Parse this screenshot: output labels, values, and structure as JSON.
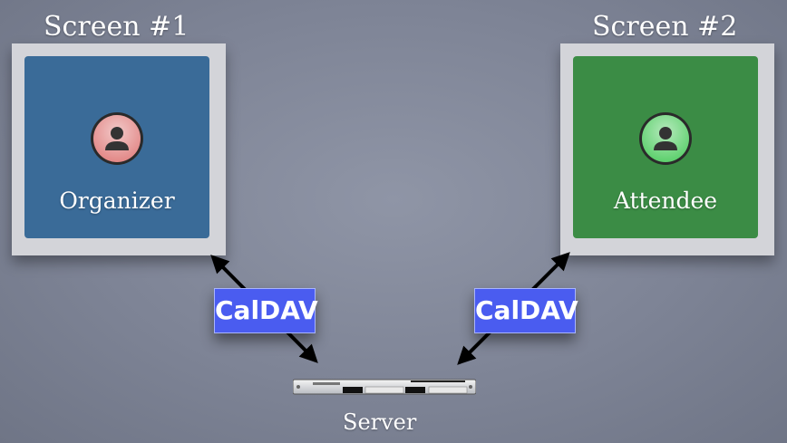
{
  "screens": [
    {
      "title": "Screen #1",
      "role": "Organizer",
      "panel_color": "#3a6b98",
      "avatar_color": "#e28786"
    },
    {
      "title": "Screen #2",
      "role": "Attendee",
      "panel_color": "#3b8c45",
      "avatar_color": "#5cd06c"
    }
  ],
  "badges": [
    {
      "label": "CalDAV",
      "color": "#4a5cf0"
    },
    {
      "label": "CalDAV",
      "color": "#4a5cf0"
    }
  ],
  "server": {
    "label": "Server"
  }
}
